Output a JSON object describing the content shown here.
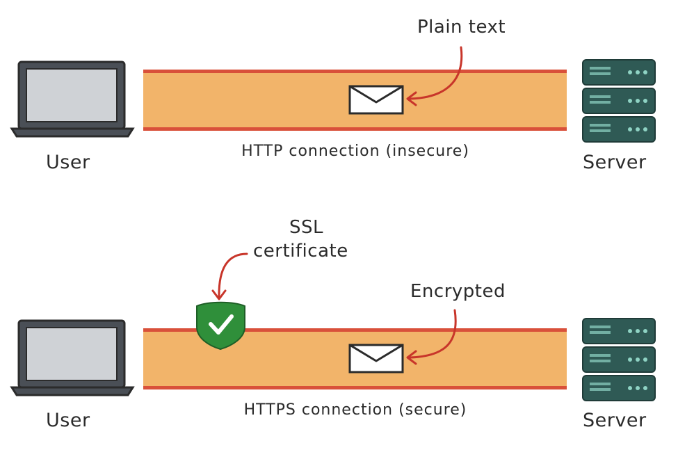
{
  "rows": [
    {
      "user_label": "User",
      "server_label": "Server",
      "connection_label": "HTTP connection (insecure)",
      "message_note": "Plain text"
    },
    {
      "user_label": "User",
      "server_label": "Server",
      "connection_label": "HTTPS connection (secure)",
      "message_note": "Encrypted",
      "certificate_note_line1": "SSL",
      "certificate_note_line2": "certificate"
    }
  ],
  "colors": {
    "pipe_fill": "#f2b46a",
    "pipe_stripe": "#d9503a",
    "arrow": "#c8352a",
    "laptop_body": "#4a4f56",
    "laptop_screen": "#cfd2d6",
    "server_body": "#2f5a55",
    "server_light": "#8fd3c4",
    "shield": "#2f8f3a",
    "outline": "#2b2b2b"
  },
  "icons": [
    "laptop-icon",
    "server-icon",
    "envelope-icon",
    "shield-check-icon",
    "arrow-icon"
  ]
}
